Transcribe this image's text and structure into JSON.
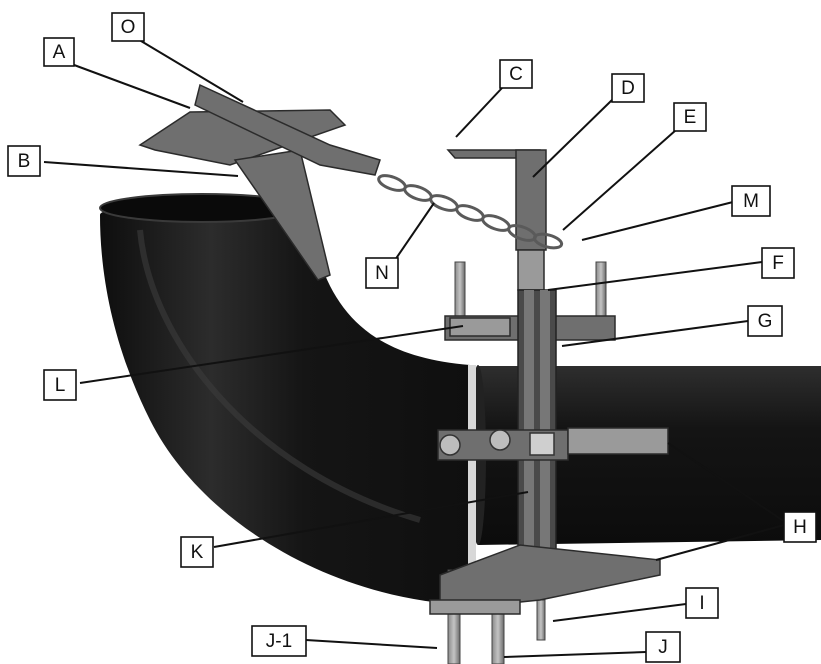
{
  "labels": [
    {
      "id": "A",
      "text": "A"
    },
    {
      "id": "O",
      "text": "O"
    },
    {
      "id": "B",
      "text": "B"
    },
    {
      "id": "C",
      "text": "C"
    },
    {
      "id": "D",
      "text": "D"
    },
    {
      "id": "E",
      "text": "E"
    },
    {
      "id": "M",
      "text": "M"
    },
    {
      "id": "N",
      "text": "N"
    },
    {
      "id": "F",
      "text": "F"
    },
    {
      "id": "G",
      "text": "G"
    },
    {
      "id": "L",
      "text": "L"
    },
    {
      "id": "H",
      "text": "H"
    },
    {
      "id": "K",
      "text": "K"
    },
    {
      "id": "I",
      "text": "I"
    },
    {
      "id": "J1",
      "text": "J-1"
    },
    {
      "id": "J",
      "text": "J"
    }
  ],
  "colors": {
    "pipe": "#1c1c1c",
    "pipe_highlight": "#3a3a3a",
    "metal": "#6f6f6f",
    "label_border": "#111111"
  }
}
